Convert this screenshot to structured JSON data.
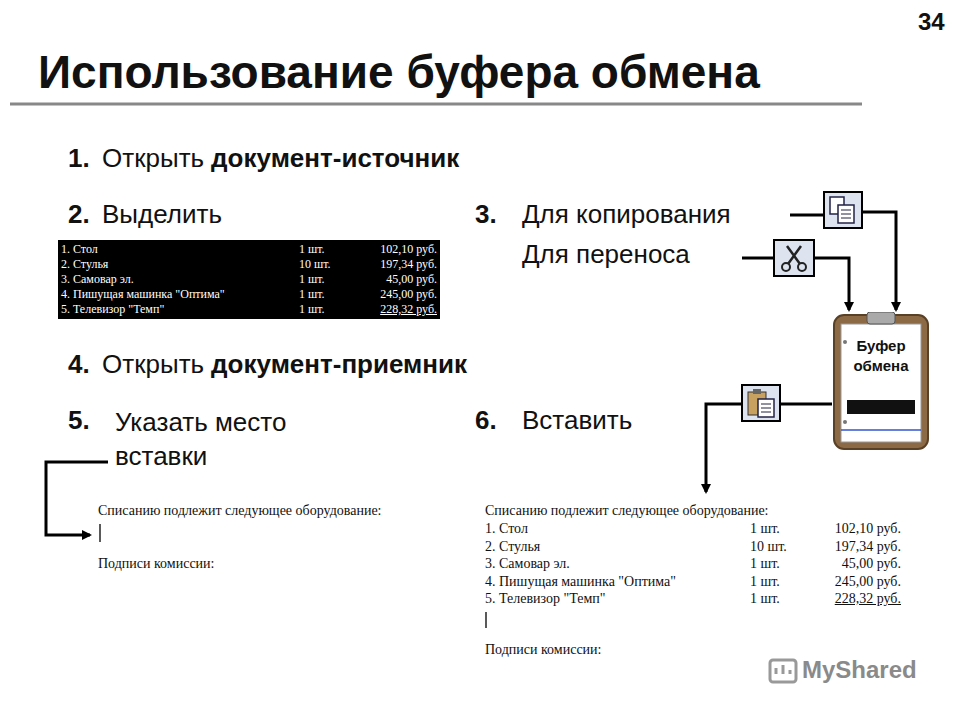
{
  "diagram": {
    "title": "Использование буфера обмена",
    "nodes": [
      {
        "text": [
          "1. Стол",
          "1 шт.",
          "102,10 руб.",
          "2. Стулья",
          "10 шт.",
          "197,34 руб.",
          "3. Самовар эл.",
          "1 шт.",
          "45,00 руб.",
          "4. Пишущая машинка \"Оптима\"",
          "1 шт.",
          "245,00 руб.",
          "5. Телевизор \"Темп\"",
          "1 шт.",
          "228,32 руб."
        ]
      },
      {
        "text": [
          "Буфер обмена"
        ]
      }
    ],
    "labels": [
      "34",
      "1.",
      "Открыть",
      "документ-источник",
      "2.",
      "Выделить",
      "3.",
      "Для копирования",
      "Для переноса",
      "4.",
      "Открыть",
      "документ-приемник",
      "5.",
      "Указать место вставки",
      "6.",
      "Вставить",
      "Списанию подлежит следующее оборудование:",
      "Подписи комиссии:",
      "Списанию подлежит следующее оборудование:",
      "1. Стол",
      "1 шт.",
      "102,10 руб.",
      "2. Стулья",
      "10 шт.",
      "197,34 руб.",
      "3. Самовар эл.",
      "1 шт.",
      "45,00 руб.",
      "4. Пишущая машинка \"Оптима\"",
      "1 шт.",
      "245,00 руб.",
      "5. Телевизор \"Темп\"",
      "1 шт.",
      "228,32 руб.",
      "Подписи комиссии:",
      "MyShared"
    ]
  }
}
